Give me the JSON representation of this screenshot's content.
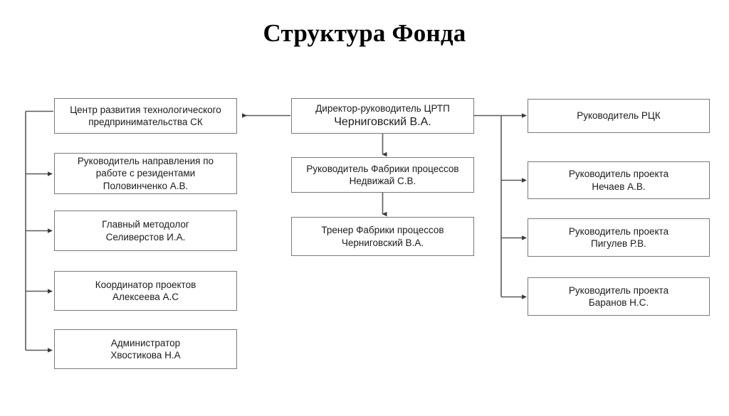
{
  "title": "Структура Фонда",
  "colors": {
    "box_border": "#77797c",
    "text": "#1b1b1b",
    "connector": "#5a5a5a",
    "background": "#ffffff"
  },
  "center_column": [
    {
      "id": "director",
      "lines": [
        "Директор-руководитель ЦРТП",
        "Черниговский В.А."
      ],
      "emphasis_line": 1
    },
    {
      "id": "factory-head",
      "lines": [
        "Руководитель Фабрики процессов",
        "Недвижай С.В."
      ],
      "emphasis_line": -1
    },
    {
      "id": "factory-trainer",
      "lines": [
        "Тренер Фабрики процессов",
        "Черниговский В.А."
      ],
      "emphasis_line": -1
    }
  ],
  "left_column": [
    {
      "id": "center-tech-entrepreneurship",
      "lines": [
        "Центр развития технологического",
        "предпринимательства СК"
      ]
    },
    {
      "id": "resident-relations-head",
      "lines": [
        "Руководитель направления по",
        "работе с резидентами",
        "Половинченко А.В."
      ]
    },
    {
      "id": "chief-methodologist",
      "lines": [
        "Главный методолог",
        "Селиверстов И.А."
      ]
    },
    {
      "id": "project-coordinator",
      "lines": [
        "Координатор проектов",
        "Алексеева А.С"
      ]
    },
    {
      "id": "administrator",
      "lines": [
        "Администратор",
        "Хвостикова Н.А"
      ]
    }
  ],
  "right_column": [
    {
      "id": "rck-head",
      "lines": [
        "Руководитель РЦК"
      ]
    },
    {
      "id": "project-manager-nechaev",
      "lines": [
        "Руководитель проекта",
        "Нечаев А.В."
      ]
    },
    {
      "id": "project-manager-pigulev",
      "lines": [
        "Руководитель проекта",
        "Пигулев Р.В."
      ]
    },
    {
      "id": "project-manager-baranov",
      "lines": [
        "Руководитель проекта",
        "Баранов Н.С."
      ]
    }
  ]
}
